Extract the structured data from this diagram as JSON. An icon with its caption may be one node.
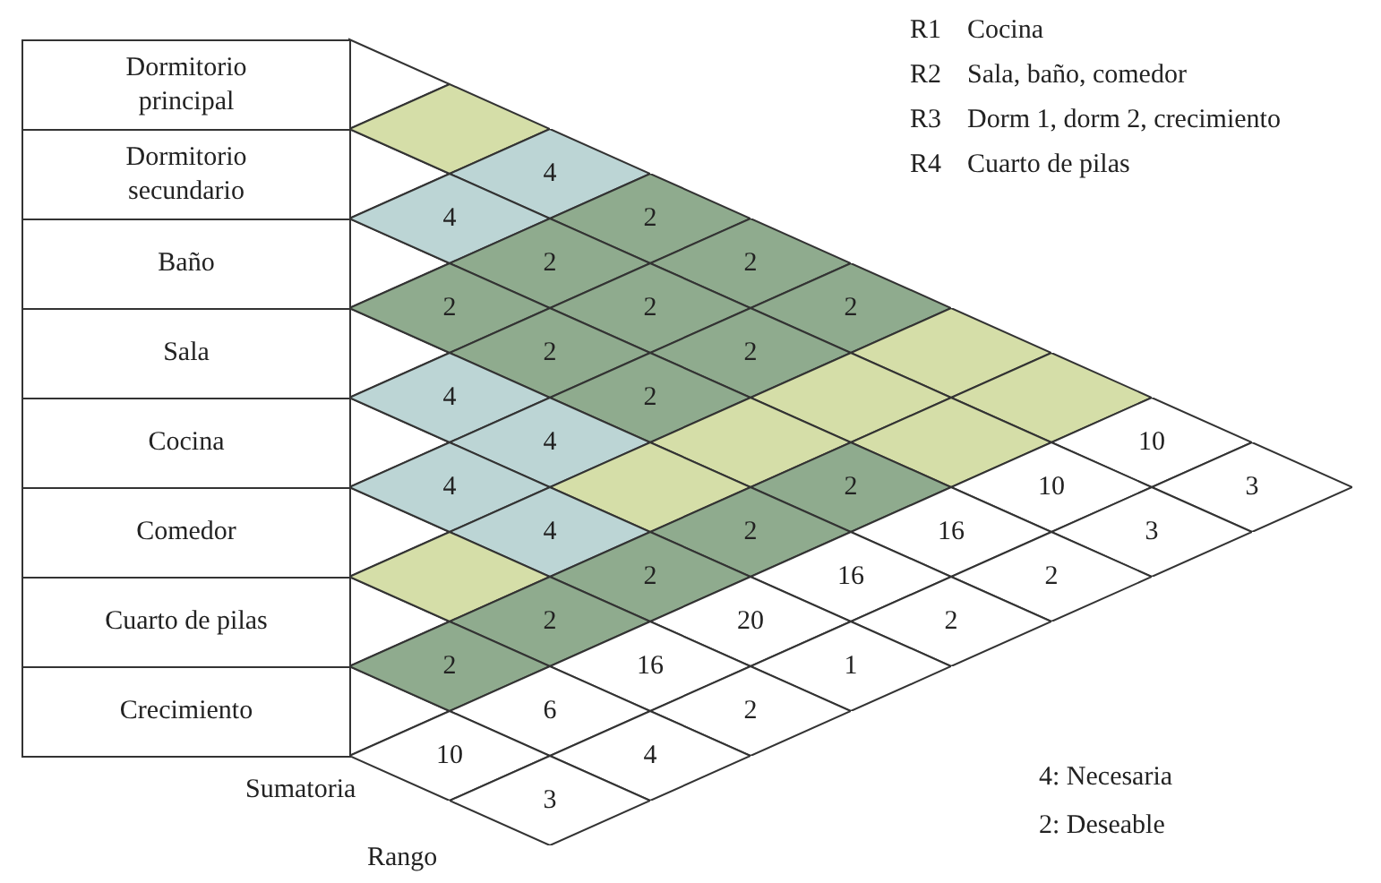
{
  "diagram": {
    "nodes": [
      {
        "text": [
          "Dormitorio principal"
        ]
      },
      {
        "text": [
          "Dormitorio secundario"
        ]
      },
      {
        "text": [
          "Baño"
        ]
      },
      {
        "text": [
          "Sala"
        ]
      },
      {
        "text": [
          "Cocina"
        ]
      },
      {
        "text": [
          "Comedor"
        ]
      },
      {
        "text": [
          "Cuarto de pilas"
        ]
      },
      {
        "text": [
          "Crecimiento"
        ]
      },
      {
        "text": [],
        "shape": "diamond"
      },
      {
        "text": [
          "4"
        ]
      },
      {
        "text": [
          "2"
        ]
      },
      {
        "text": [
          "2"
        ]
      },
      {
        "text": [
          "2"
        ]
      },
      {
        "text": [],
        "shape": "diamond"
      },
      {
        "text": [],
        "shape": "diamond"
      },
      {
        "text": [
          "10"
        ]
      },
      {
        "text": [
          "3"
        ]
      },
      {
        "text": [
          "4"
        ]
      },
      {
        "text": [
          "2"
        ]
      },
      {
        "text": [
          "2"
        ]
      },
      {
        "text": [
          "2"
        ]
      },
      {
        "text": [],
        "shape": "diamond"
      },
      {
        "text": [],
        "shape": "diamond"
      },
      {
        "text": [
          "10"
        ]
      },
      {
        "text": [
          "3"
        ]
      },
      {
        "text": [
          "2"
        ]
      },
      {
        "text": [
          "2"
        ]
      },
      {
        "text": [
          "2"
        ]
      },
      {
        "text": [],
        "shape": "diamond"
      },
      {
        "text": [
          "2"
        ]
      },
      {
        "text": [
          "16"
        ]
      },
      {
        "text": [
          "2"
        ]
      },
      {
        "text": [
          "4"
        ]
      },
      {
        "text": [
          "4"
        ]
      },
      {
        "text": [],
        "shape": "diamond"
      },
      {
        "text": [
          "2"
        ]
      },
      {
        "text": [
          "16"
        ]
      },
      {
        "text": [
          "2"
        ]
      },
      {
        "text": [
          "4"
        ]
      },
      {
        "text": [
          "4"
        ]
      },
      {
        "text": [
          "2"
        ]
      },
      {
        "text": [
          "20"
        ]
      },
      {
        "text": [
          "1"
        ]
      },
      {
        "text": [],
        "shape": "diamond"
      },
      {
        "text": [
          "2"
        ]
      },
      {
        "text": [
          "16"
        ]
      },
      {
        "text": [
          "2"
        ]
      },
      {
        "text": [
          "2"
        ]
      },
      {
        "text": [
          "6"
        ]
      },
      {
        "text": [
          "4"
        ]
      },
      {
        "text": [
          "10"
        ]
      },
      {
        "text": [
          "3"
        ]
      }
    ],
    "labels": [
      "R1",
      "Cocina",
      "R2",
      "Sala, baño, comedor",
      "R3",
      "Dorm 1, dorm 2, crecimiento",
      "R4",
      "Cuarto de pilas",
      "Sumatoria",
      "Rango",
      "4: Necesaria",
      "2: Deseable"
    ]
  }
}
